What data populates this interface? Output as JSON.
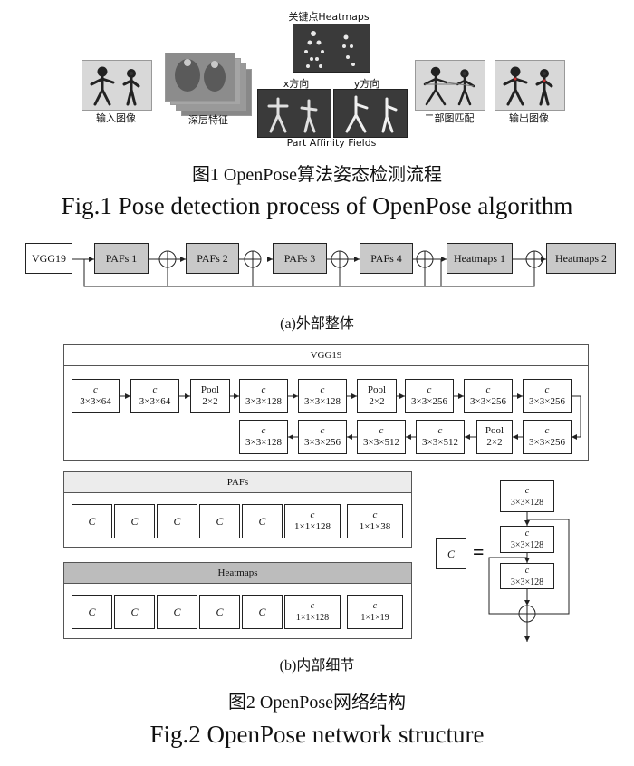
{
  "figure1": {
    "heatmap_label": "关键点Heatmaps",
    "input_label": "输入图像",
    "deep_features_label": "深层特征",
    "x_label": "x方向",
    "y_label": "y方向",
    "paf_label": "Part Affinity Fields",
    "bipartite_label": "二部图匹配",
    "output_label": "输出图像",
    "caption_cn": "图1 OpenPose算法姿态检测流程",
    "caption_en": "Fig.1 Pose detection process of OpenPose algorithm"
  },
  "figure2": {
    "outer": {
      "nodes": [
        "VGG19",
        "PAFs 1",
        "PAFs 2",
        "PAFs 3",
        "PAFs 4",
        "Heatmaps 1",
        "Heatmaps 2"
      ],
      "caption": "(a)外部整体"
    },
    "vgg": {
      "title": "VGG19",
      "row1": [
        {
          "t": "c",
          "s": "3×3×64"
        },
        {
          "t": "c",
          "s": "3×3×64"
        },
        {
          "t": "Pool",
          "s": "2×2"
        },
        {
          "t": "c",
          "s": "3×3×128"
        },
        {
          "t": "c",
          "s": "3×3×128"
        },
        {
          "t": "Pool",
          "s": "2×2"
        },
        {
          "t": "c",
          "s": "3×3×256"
        },
        {
          "t": "c",
          "s": "3×3×256"
        },
        {
          "t": "c",
          "s": "3×3×256"
        }
      ],
      "row2": [
        {
          "t": "c",
          "s": "3×3×128"
        },
        {
          "t": "c",
          "s": "3×3×256"
        },
        {
          "t": "c",
          "s": "3×3×512"
        },
        {
          "t": "c",
          "s": "3×3×512"
        },
        {
          "t": "Pool",
          "s": "2×2"
        },
        {
          "t": "c",
          "s": "3×3×256"
        }
      ]
    },
    "pafs": {
      "title": "PAFs",
      "blocks": [
        {
          "t": "C",
          "s": ""
        },
        {
          "t": "C",
          "s": ""
        },
        {
          "t": "C",
          "s": ""
        },
        {
          "t": "C",
          "s": ""
        },
        {
          "t": "C",
          "s": ""
        },
        {
          "t": "c",
          "s": "1×1×128"
        },
        {
          "t": "c",
          "s": "1×1×38"
        }
      ]
    },
    "heatmaps": {
      "title": "Heatmaps",
      "blocks": [
        {
          "t": "C",
          "s": ""
        },
        {
          "t": "C",
          "s": ""
        },
        {
          "t": "C",
          "s": ""
        },
        {
          "t": "C",
          "s": ""
        },
        {
          "t": "C",
          "s": ""
        },
        {
          "t": "c",
          "s": "1×1×128"
        },
        {
          "t": "c",
          "s": "1×1×19"
        }
      ]
    },
    "cblock": {
      "symbol": "C",
      "equals": "=",
      "layers": [
        {
          "t": "c",
          "s": "3×3×128"
        },
        {
          "t": "c",
          "s": "3×3×128"
        },
        {
          "t": "c",
          "s": "3×3×128"
        }
      ]
    },
    "inner_caption": "(b)内部细节",
    "caption_cn": "图2 OpenPose网络结构",
    "caption_en": "Fig.2 OpenPose network structure"
  }
}
